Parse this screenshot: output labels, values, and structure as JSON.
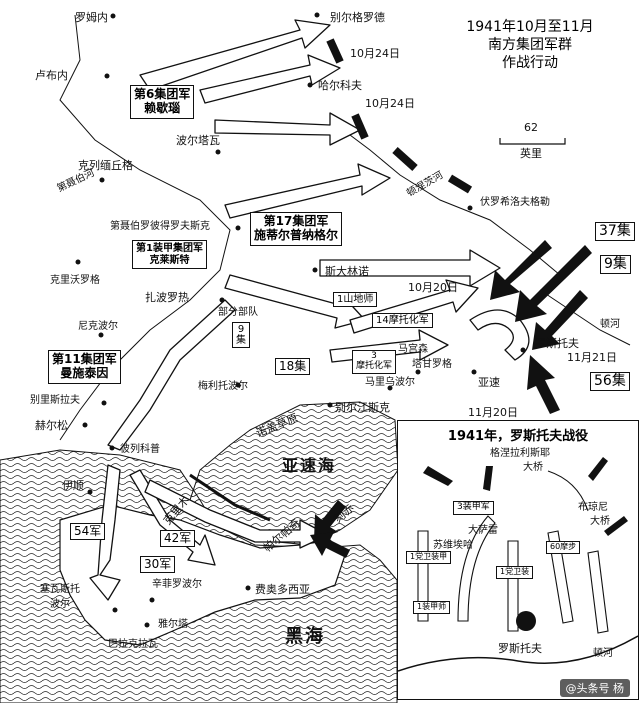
{
  "title": {
    "line1": "1941年10月至11月",
    "line2": "南方集团军群",
    "line3": "作战行动"
  },
  "scale": {
    "value": "62",
    "unit": "英里"
  },
  "armies": {
    "sixth": {
      "name": "第6集团军",
      "cmd": "赖歇瑙"
    },
    "seventeenth": {
      "name": "第17集团军",
      "cmd": "施蒂尔普纳格尔"
    },
    "eleventh": {
      "name": "第11集团军",
      "cmd": "曼施泰因"
    },
    "panzer1": {
      "name": "第1装甲集团军",
      "cmd": "克莱斯特"
    }
  },
  "units": {
    "mtn1": "1山地师",
    "mot14": "14摩托化军",
    "parts": "部分部队",
    "c9": "9",
    "c9b": "集",
    "c18": "18集",
    "c3": "3",
    "c3b": "摩托化军",
    "c54": "54军",
    "c42": "42军",
    "c30": "30军",
    "s37": "37集",
    "s9": "9集",
    "s56": "56集"
  },
  "places": {
    "romny": "罗姆内",
    "lubny": "卢布内",
    "kremenchug": "克列缅丘格",
    "belgorod": "别尔格罗德",
    "kharkov": "哈尔科夫",
    "poltava": "波尔塔瓦",
    "voroshilovgrad": "伏罗希洛夫格勒",
    "dnepropetrovsk": "第聂伯罗彼得罗夫斯克",
    "krivoy_rog": "克里沃罗格",
    "zaporozhye": "扎波罗热",
    "nikopol": "尼克波尔",
    "stalino": "斯大林诺",
    "mariupol": "马里乌波尔",
    "taganrog": "塔甘罗格",
    "rostov": "罗斯托夫",
    "azov": "亚速",
    "melitopol": "梅利托波尔",
    "berdyansk": "别尔江斯克",
    "berislav": "别里斯拉夫",
    "kherson": "赫尔松",
    "perekop": "彼列科普",
    "ishun": "伊顺",
    "simferopol": "辛菲罗波尔",
    "sevastopol_1": "塞瓦斯托",
    "sevastopol_2": "波尔",
    "yalta": "雅尔塔",
    "balaklava": "巴拉克拉瓦",
    "feodosia": "费奥多西亚",
    "kerch": "刻赤",
    "don": "顿河",
    "donets": "顿涅茨河",
    "dnieper": "第聂伯河",
    "nogai": "诺盖草原",
    "parpach": "帕尔帕奇",
    "crimea": "克里木",
    "mius": "马宫森"
  },
  "dates": {
    "d1": "10月24日",
    "d2": "10月24日",
    "d3": "10月20日",
    "d4": "11月21日",
    "d5": "11月20日"
  },
  "seas": {
    "azov": "亚速海",
    "black": "黑海"
  },
  "inset": {
    "title": "1941年，罗斯托夫战役",
    "bridge1_a": "格涅拉利斯耶",
    "bridge1_b": "大桥",
    "bridge2_a": "布琼尼",
    "bridge2_b": "大桥",
    "u1": "3装甲军",
    "u2": "1党卫装甲",
    "u3": "1党卫装",
    "u4": "1装甲师",
    "u5": "60摩步",
    "u6": "大萨雷",
    "u7": "苏维埃哈",
    "u8": "罗斯托夫",
    "don": "顿河"
  },
  "watermark": "@头条号 杨"
}
